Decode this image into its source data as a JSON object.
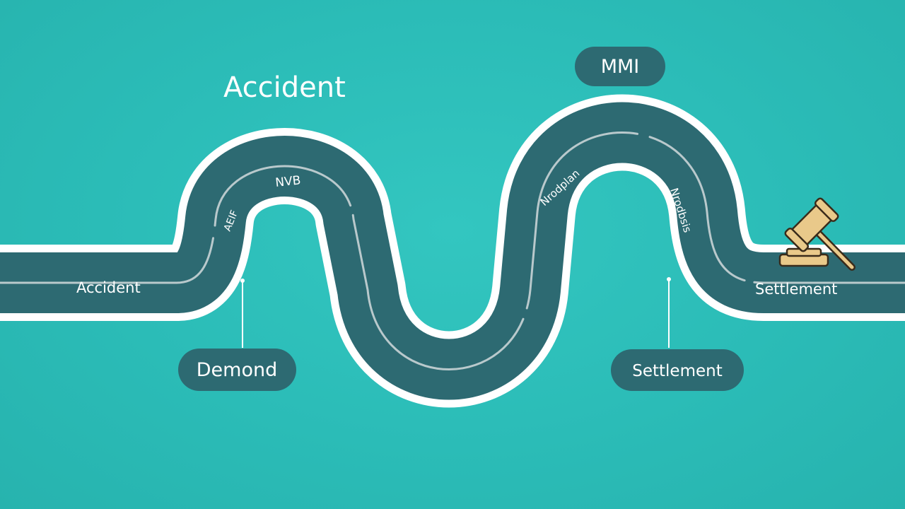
{
  "title": "Accident",
  "milestones": {
    "top": "MMI",
    "bottom_left": "Demond",
    "bottom_right": "Settlement"
  },
  "road_labels": {
    "start": "Accident",
    "end": "Settlement",
    "curve1_a": "AEIF",
    "curve1_b": "NVB",
    "curve2_a": "Nrodplan",
    "curve2_b": "Nrodbsis"
  },
  "colors": {
    "background": "#2bbcb7",
    "road": "#2d6a72",
    "road_edge": "#ffffff",
    "lane": "#b9c9cc",
    "pill": "#2d6a72",
    "gavel": "#e9c98a"
  },
  "icons": [
    "gavel-icon"
  ]
}
